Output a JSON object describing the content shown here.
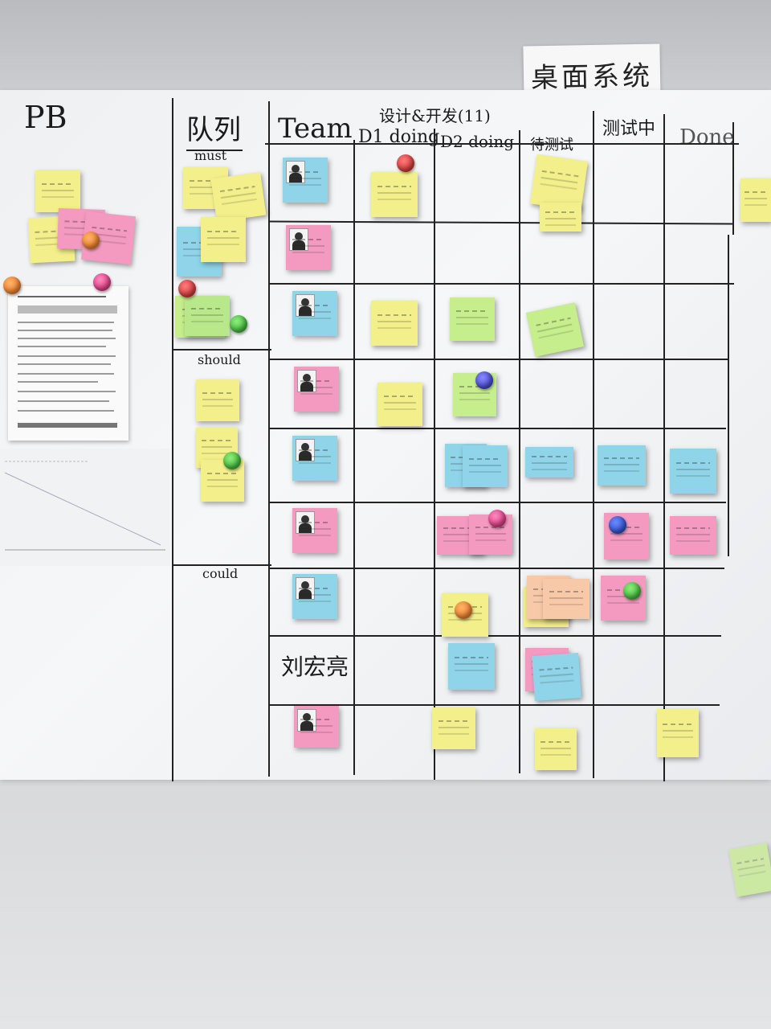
{
  "title_card": "桌面系统",
  "board_headers": {
    "pb": "PB",
    "queue": "队列",
    "team": "Team",
    "design_dev": "设计&开发(11)",
    "d1_doing": "D1 doing",
    "d2_doing": "D2 doing",
    "pre_test": "待测试",
    "testing": "测试中",
    "done": "Done"
  },
  "queue_labels": {
    "must": "must",
    "should": "should",
    "could": "could"
  },
  "team_names": [
    "刘宏亮"
  ],
  "colors": {
    "yellow_note": "#f3ef8a",
    "pink_note": "#f49ac1",
    "blue_note": "#8fd4e8",
    "green_note": "#c6ee8c",
    "orange_note": "#f8c9a8",
    "marker": "#1b1b1b"
  },
  "magnets": [
    "red-smiley-magnet",
    "orange-smiley-magnet",
    "green-smiley-magnet",
    "blue-magnet",
    "pink-magnet"
  ]
}
